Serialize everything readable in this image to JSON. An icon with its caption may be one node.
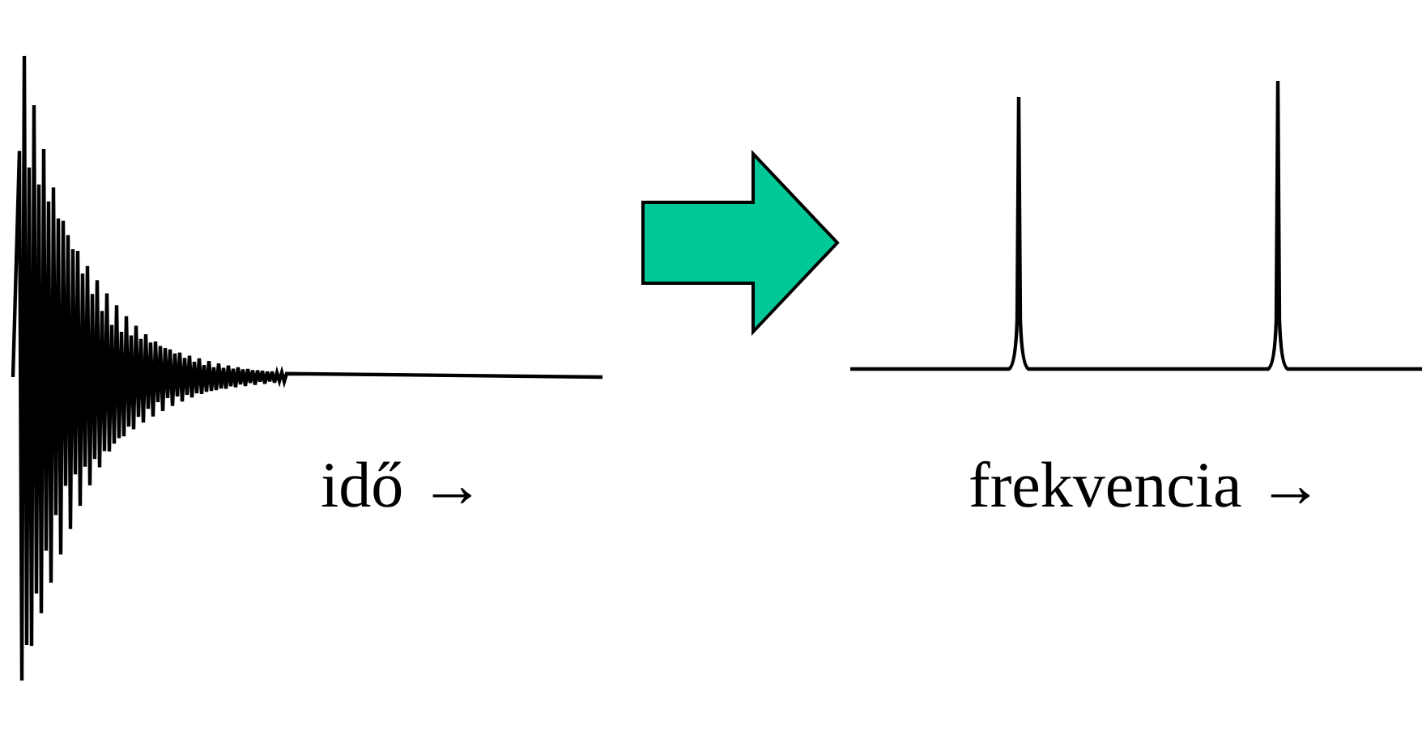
{
  "diagram": {
    "nodes": [
      {
        "text": [],
        "shape": "picture"
      },
      {
        "text": [],
        "shape": "picture"
      }
    ],
    "edges": [
      {
        "from": 0,
        "to": 1,
        "arrow": "to"
      }
    ],
    "labels": [
      "idő →",
      "frekvencia →"
    ]
  }
}
